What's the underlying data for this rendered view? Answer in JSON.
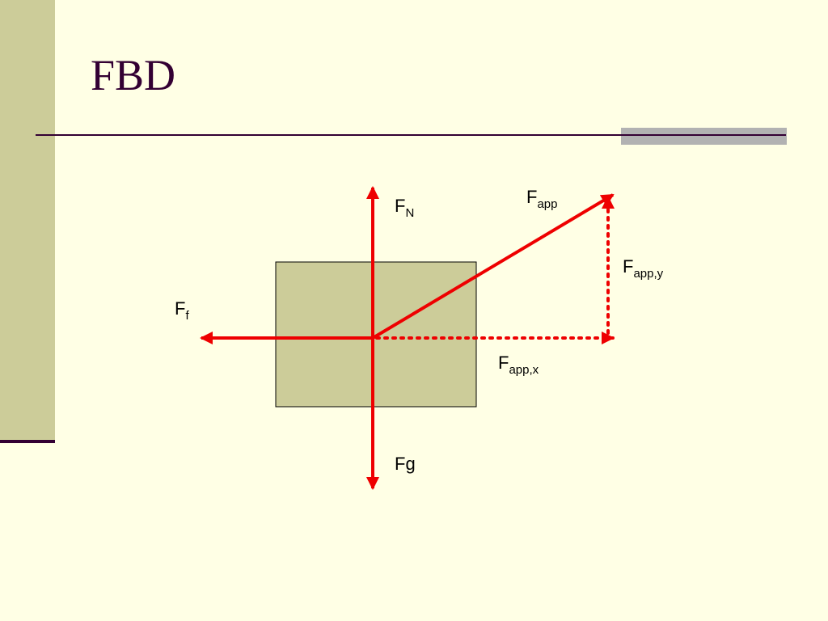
{
  "slide": {
    "title": "FBD"
  },
  "colors": {
    "background": "#ffffe5",
    "side_bar": "#cccc99",
    "title_text": "#330033",
    "rule": "#330033",
    "rule_accent": "#b2b2b2",
    "block_fill": "#cccc99",
    "force_arrow": "#ee0000"
  },
  "diagram": {
    "forces": [
      {
        "id": "normal",
        "main": "F",
        "sub": "N",
        "style": "solid",
        "direction": "up"
      },
      {
        "id": "gravity",
        "main": "Fg",
        "sub": "",
        "style": "solid",
        "direction": "down"
      },
      {
        "id": "friction",
        "main": "F",
        "sub": "f",
        "style": "solid",
        "direction": "left"
      },
      {
        "id": "applied",
        "main": "F",
        "sub": "app",
        "style": "solid",
        "direction": "up-right"
      },
      {
        "id": "applied-x",
        "main": "F",
        "sub": "app,x",
        "style": "dotted",
        "direction": "right"
      },
      {
        "id": "applied-y",
        "main": "F",
        "sub": "app,y",
        "style": "dotted",
        "direction": "up"
      }
    ]
  }
}
